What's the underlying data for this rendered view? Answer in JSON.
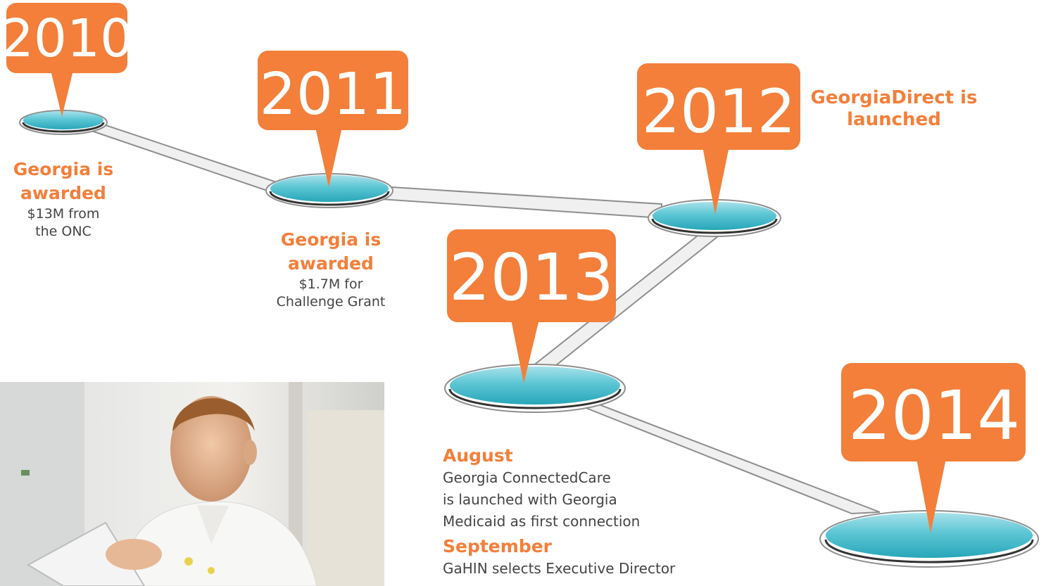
{
  "years": [
    "2010",
    "2011",
    "2012",
    "2013",
    "2014"
  ],
  "milestones": {
    "m2010": {
      "head": "Georgia is awarded",
      "line1": "$13M from",
      "line2": "the ONC"
    },
    "m2011": {
      "head": "Georgia is awarded",
      "line1": "$1.7M for",
      "line2": "Challenge Grant"
    },
    "m2012": {
      "title": "GeorgiaDirect is launched"
    },
    "m2013": {
      "events": [
        {
          "month": "August",
          "lines": [
            "Georgia ConnectedCare",
            "is launched with Georgia",
            "Medicaid as first connection"
          ]
        },
        {
          "month": "September",
          "lines": [
            "GaHIN selects Executive Director"
          ]
        }
      ]
    }
  },
  "colors": {
    "orange": "#f37f3a",
    "teal": "#36b4c6",
    "teal_light": "#8fd6e0",
    "road": "#e9e9e9",
    "road_edge": "#8a8a8a",
    "text": "#444444"
  },
  "photo": {
    "subject": "man in white coat reading a tablet"
  }
}
